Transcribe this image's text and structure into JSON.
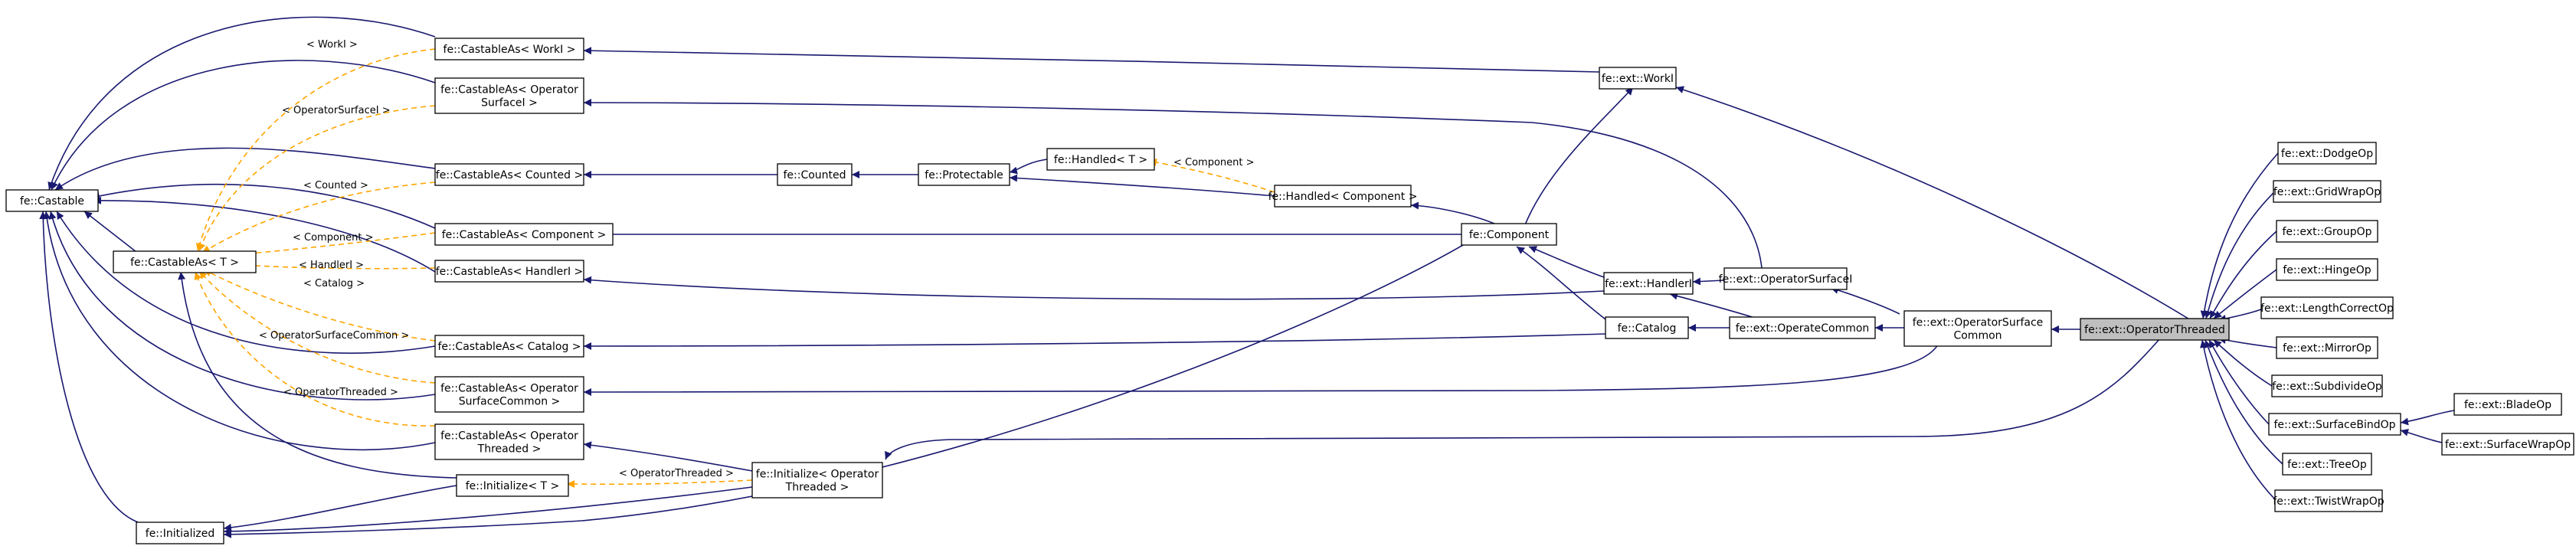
{
  "colors": {
    "inheritance_edge": "#191970",
    "template_edge": "#ffa500",
    "highlight_fill": "#bfbfbf",
    "node_fill": "#ffffff",
    "node_border": "#000000"
  },
  "nodes": {
    "castable": [
      "fe::Castable"
    ],
    "castableT": [
      "fe::CastableAs< T >"
    ],
    "initialized": [
      "fe::Initialized"
    ],
    "castWorkI": [
      "fe::CastableAs< WorkI >"
    ],
    "castOpSurfI": [
      "fe::CastableAs< Operator",
      "SurfaceI >"
    ],
    "castCounted": [
      "fe::CastableAs< Counted >"
    ],
    "castComponent": [
      "fe::CastableAs< Component >"
    ],
    "castHandlerI": [
      "fe::CastableAs< HandlerI >"
    ],
    "castCatalog": [
      "fe::CastableAs< Catalog >"
    ],
    "castOpSurfCommon": [
      "fe::CastableAs< Operator",
      "SurfaceCommon >"
    ],
    "castOpThreaded": [
      "fe::CastableAs< Operator",
      "Threaded >"
    ],
    "initT": [
      "fe::Initialize< T >"
    ],
    "initOpThreaded": [
      "fe::Initialize< Operator",
      "Threaded >"
    ],
    "counted": [
      "fe::Counted"
    ],
    "protectable": [
      "fe::Protectable"
    ],
    "handledT": [
      "fe::Handled< T >"
    ],
    "handledComp": [
      "fe::Handled< Component >"
    ],
    "component": [
      "fe::Component"
    ],
    "workI": [
      "fe::ext::WorkI"
    ],
    "handlerI": [
      "fe::ext::HandlerI"
    ],
    "catalog": [
      "fe::Catalog"
    ],
    "opSurfI": [
      "fe::ext::OperatorSurfaceI"
    ],
    "operateCommon": [
      "fe::ext::OperateCommon"
    ],
    "opSurfCommon": [
      "fe::ext::OperatorSurface",
      "Common"
    ],
    "opThreaded": [
      "fe::ext::OperatorThreaded"
    ],
    "dodge": [
      "fe::ext::DodgeOp"
    ],
    "gridWrap": [
      "fe::ext::GridWrapOp"
    ],
    "group": [
      "fe::ext::GroupOp"
    ],
    "hinge": [
      "fe::ext::HingeOp"
    ],
    "lengthCorrect": [
      "fe::ext::LengthCorrectOp"
    ],
    "mirror": [
      "fe::ext::MirrorOp"
    ],
    "subdivide": [
      "fe::ext::SubdivideOp"
    ],
    "surfaceBind": [
      "fe::ext::SurfaceBindOp"
    ],
    "tree": [
      "fe::ext::TreeOp"
    ],
    "twistWrap": [
      "fe::ext::TwistWrapOp"
    ],
    "blade": [
      "fe::ext::BladeOp"
    ],
    "surfaceWrap": [
      "fe::ext::SurfaceWrapOp"
    ]
  },
  "edge_labels": {
    "workI": "< WorkI >",
    "opSurfI": "< OperatorSurfaceI >",
    "counted": "< Counted >",
    "component": "< Component >",
    "handlerI": "< HandlerI >",
    "catalog": "< Catalog >",
    "opSurfCommon": "< OperatorSurfaceCommon >",
    "opThreaded": "< OperatorThreaded >",
    "initOpThreaded": "< OperatorThreaded >",
    "handledComp": "< Component >"
  }
}
